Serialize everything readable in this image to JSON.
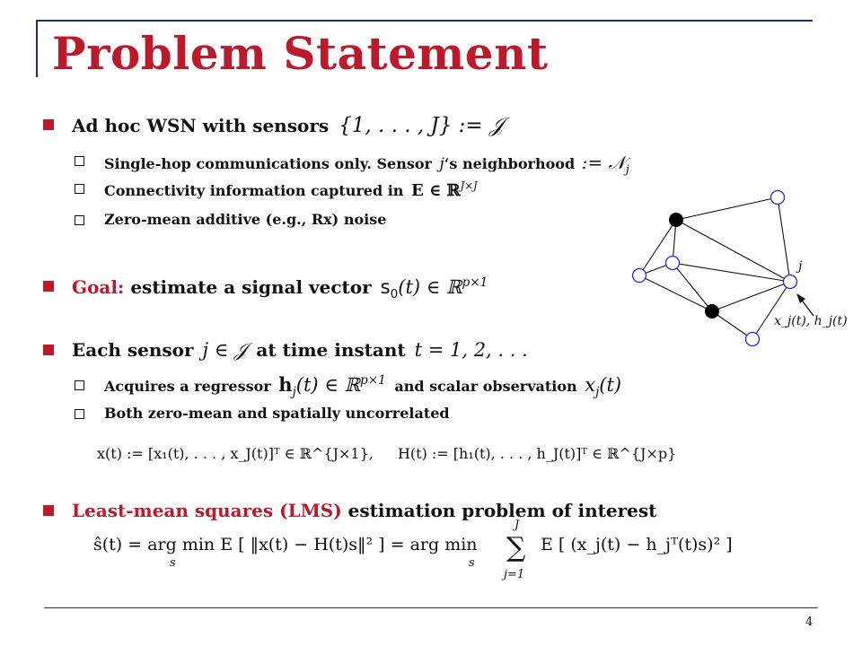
{
  "slide": {
    "title": "Problem Statement",
    "page_number": "4"
  },
  "bullets": {
    "b1": {
      "text": "Ad hoc WSN with sensors",
      "math": "{1, . . . , J} := 𝒥",
      "subs": [
        {
          "text": "Single-hop communications only. Sensor",
          "math_mid": "j",
          "text2": "‘s neighborhood",
          "math": ":= 𝒩",
          "math_sub": "j"
        },
        {
          "text": "Connectivity information captured in",
          "math": "E ∈ ℝ",
          "math_sup": "J×J"
        },
        {
          "text": "Zero-mean additive (e.g., Rx) noise"
        }
      ]
    },
    "b2": {
      "label": "Goal:",
      "text": "estimate a signal vector",
      "math": "s",
      "math_sub": "0",
      "math_rest": "(t) ∈ ℝ",
      "math_sup": "p×1"
    },
    "b3": {
      "text1": "Each sensor",
      "math1": "j ∈ 𝒥",
      "text2": "at time instant",
      "math2": "t = 1, 2, . . .",
      "subs": [
        {
          "text": "Acquires a regressor",
          "math": "h",
          "math_sub": "j",
          "math_rest": "(t) ∈ ℝ",
          "math_sup": "p×1",
          "text2": "and scalar observation",
          "math2": "x",
          "math2_sub": "j",
          "math2_rest": "(t)"
        },
        {
          "text": "Both zero-mean and spatially uncorrelated"
        }
      ]
    },
    "eq1": {
      "left": "x(t) := [x₁(t), . . . , x_J(t)]ᵀ ∈ ℝ^{J×1},",
      "right": "H(t) := [h₁(t), . . . , h_J(t)]ᵀ ∈ ℝ^{J×p}"
    },
    "b4": {
      "label": "Least-mean squares (LMS)",
      "text": "estimation problem of interest"
    },
    "eq2": {
      "lhs": "ŝ(t) = arg min",
      "under1": "s",
      "mid": "E [ ‖x(t) − H(t)s‖² ] = arg min",
      "under2": "s",
      "sum_top": "J",
      "sum_bottom": "j=1",
      "rhs": "E [ (x_j(t) − h_jᵀ(t)s)² ]"
    }
  },
  "graph": {
    "node_label": "j",
    "arrow_label": "x_j(t), h_j(t)",
    "colors": {
      "hollow_stroke": "#1e2bd6",
      "filled": "#000000",
      "edge": "#111111"
    }
  },
  "colors": {
    "accent": "#c0182b",
    "frame": "#1d2a7a"
  }
}
